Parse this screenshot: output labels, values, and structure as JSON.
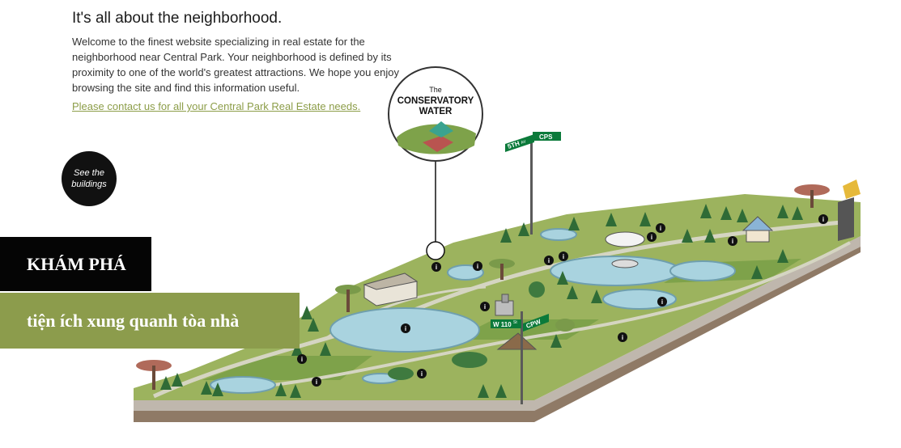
{
  "intro": {
    "heading": "It's all about the neighborhood.",
    "body": "Welcome to the finest website specializing in real estate for the neighborhood near Central Park. Your neighborhood is defined by its proximity to one of the world's greatest attractions. We hope you enjoy browsing the site and find this information useful.",
    "contact_link": "Please contact us for all your Central Park Real Estate needs."
  },
  "see_buildings": {
    "label_line1": "See the",
    "label_line2": "buildings"
  },
  "banners": {
    "explore": "KHÁM PHÁ",
    "amenities": "tiện ích xung quanh tòa nhà"
  },
  "landmark_callout": {
    "the": "The",
    "line1": "CONSERVATORY",
    "line2": "WATER"
  },
  "street_signs": {
    "top_left": "5TH",
    "top_left_suffix": "AV",
    "top_right": "CPS",
    "bottom_left": "W 110",
    "bottom_left_suffix": "St",
    "bottom_right": "CPW"
  },
  "info_marker_glyph": "i",
  "colors": {
    "accent_green": "#8c9c4c",
    "grass": "#9cb35e",
    "grass_dark": "#5f8a3c",
    "water": "#a9d3df",
    "path": "#c9c9b5",
    "sign_green": "#0b7a3a"
  }
}
